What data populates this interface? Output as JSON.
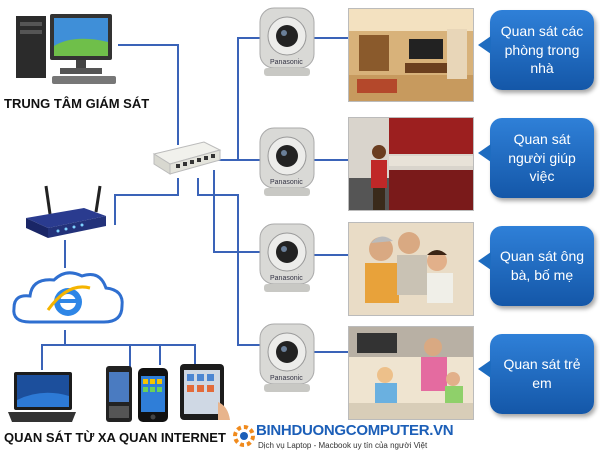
{
  "labels": {
    "monitoring_center": "TRUNG TÂM GIÁM SÁT",
    "remote_monitoring": "QUAN SÁT TỪ XA QUAN INTERNET"
  },
  "bubbles": [
    {
      "text": "Quan sát các phòng trong nhà"
    },
    {
      "text": "Quan sát người giúp việc"
    },
    {
      "text": "Quan sát ông bà, bố mẹ"
    },
    {
      "text": "Quan sát trẻ em"
    }
  ],
  "camera_brand": "Panasonic",
  "logo": {
    "name": "BINHDUONGCOMPUTER.VN",
    "tagline": "Dịch vụ Laptop - Macbook uy tín của người Việt"
  },
  "colors": {
    "line": "#3a63b8",
    "bubble": "#1e6cc0",
    "logo_blue": "#1c5fb8",
    "logo_orange": "#f08a1c"
  }
}
